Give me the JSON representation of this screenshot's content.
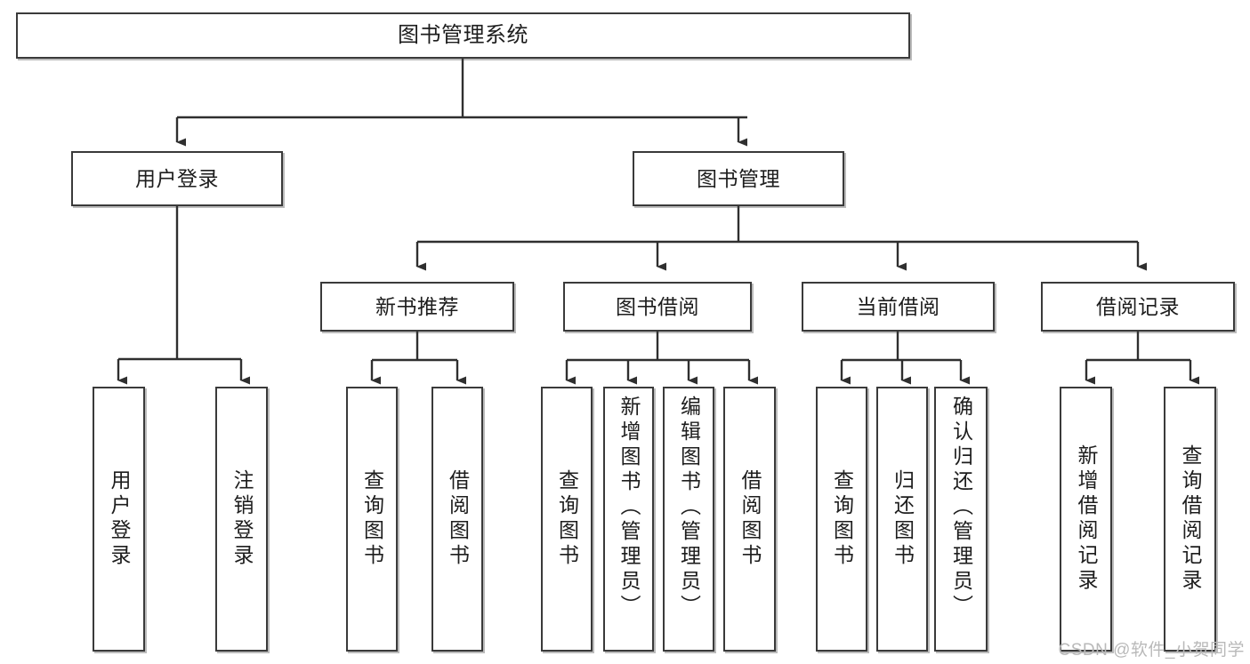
{
  "diagram": {
    "type": "tree-hierarchy",
    "title": "图书管理系统",
    "orientation": "top-down",
    "colors": {
      "box_border": "#3a3a3a",
      "box_fill": "#ffffff",
      "connector": "#2f2f2f",
      "text": "#1d1d1d",
      "watermark": "#b9b9b9"
    },
    "root": {
      "label": "图书管理系统"
    },
    "level2": [
      {
        "label": "用户登录"
      },
      {
        "label": "图书管理"
      }
    ],
    "level3": [
      {
        "label": "新书推荐"
      },
      {
        "label": "图书借阅"
      },
      {
        "label": "当前借阅"
      },
      {
        "label": "借阅记录"
      }
    ],
    "leaves": {
      "user_login": [
        {
          "label": "用户登录"
        },
        {
          "label": "注销登录"
        }
      ],
      "new_book_recommend": [
        {
          "label": "查询图书"
        },
        {
          "label": "借阅图书"
        }
      ],
      "book_borrow": [
        {
          "label": "查询图书"
        },
        {
          "label": "新增图书（管理员）"
        },
        {
          "label": "编辑图书（管理员）"
        },
        {
          "label": "借阅图书"
        }
      ],
      "current_borrow": [
        {
          "label": "查询图书"
        },
        {
          "label": "归还图书"
        },
        {
          "label": "确认归还（管理员）"
        }
      ],
      "borrow_record": [
        {
          "label": "新增借阅记录"
        },
        {
          "label": "查询借阅记录"
        }
      ]
    }
  },
  "watermark": {
    "text": "CSDN @软件_小贺同学"
  }
}
